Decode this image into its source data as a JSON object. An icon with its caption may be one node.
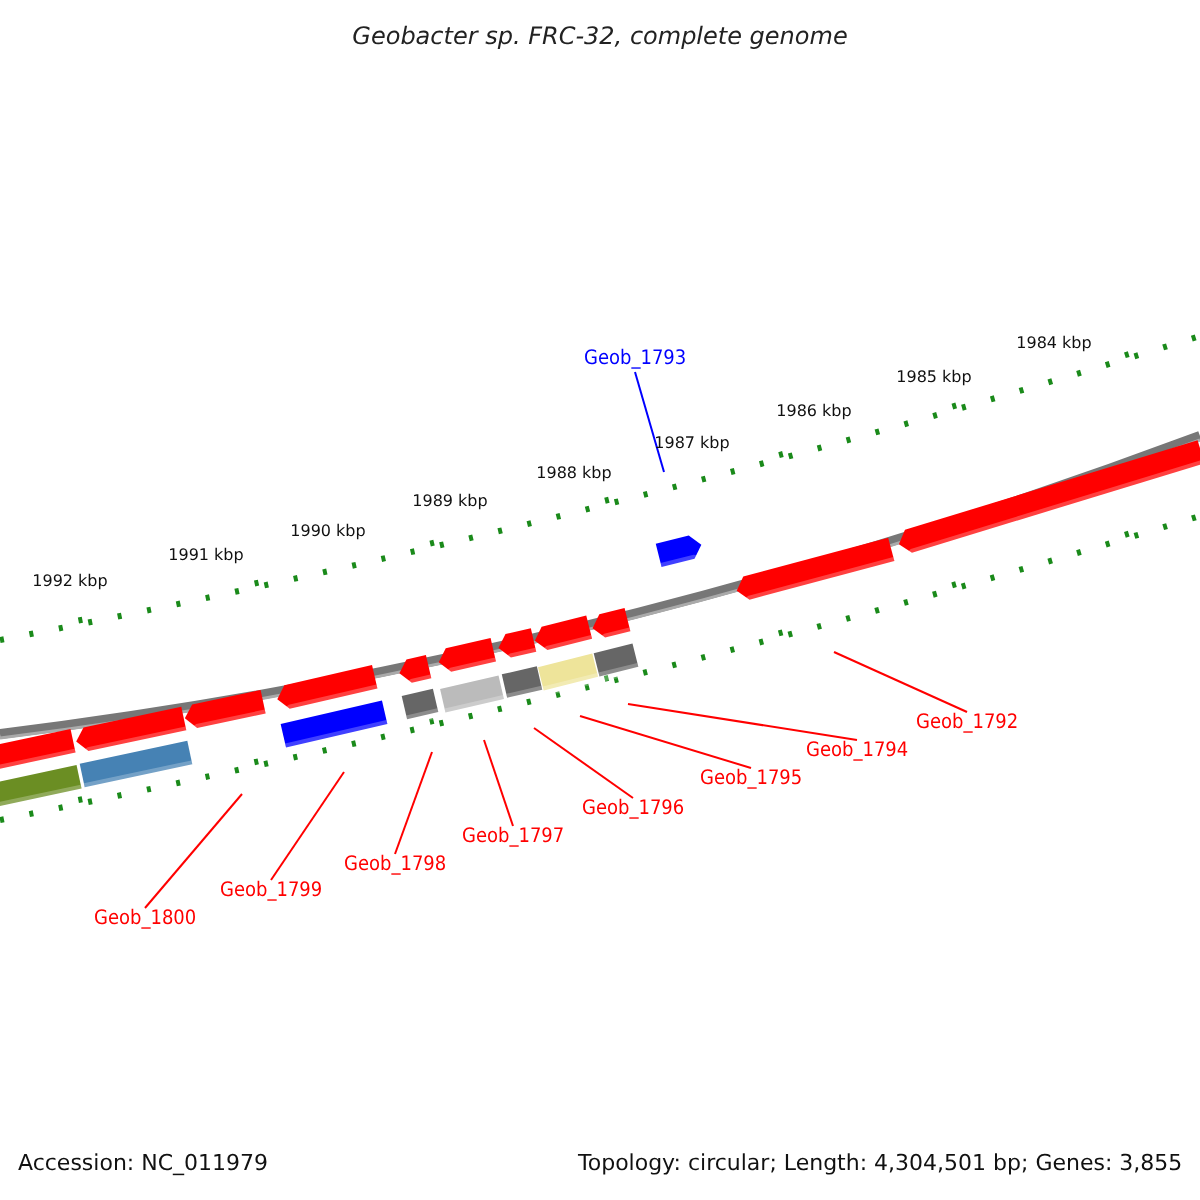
{
  "diagram": {
    "title": "Geobacter sp. FRC-32, complete genome",
    "nodes": [
      {
        "text": [
          "Geob_1793"
        ]
      },
      {
        "text": [
          "Geob_1792"
        ]
      },
      {
        "text": [
          "Geob_1794"
        ]
      },
      {
        "text": [
          "Geob_1795"
        ]
      },
      {
        "text": [
          "Geob_1796"
        ]
      },
      {
        "text": [
          "Geob_1797"
        ]
      },
      {
        "text": [
          "Geob_1798"
        ]
      },
      {
        "text": [
          "Geob_1799"
        ]
      },
      {
        "text": [
          "Geob_1800"
        ]
      }
    ],
    "edges": [
      {
        "from": 0,
        "to": null,
        "arrow": "none",
        "color": "#0000ff"
      },
      {
        "from": 1,
        "to": null,
        "arrow": "none"
      },
      {
        "from": 2,
        "to": null,
        "arrow": "none"
      },
      {
        "from": 3,
        "to": null,
        "arrow": "none"
      },
      {
        "from": 4,
        "to": null,
        "arrow": "none"
      },
      {
        "from": 5,
        "to": null,
        "arrow": "none"
      },
      {
        "from": 6,
        "to": null,
        "arrow": "none"
      },
      {
        "from": 7,
        "to": null,
        "arrow": "none"
      },
      {
        "from": 8,
        "to": null,
        "arrow": "none"
      }
    ],
    "labels": [
      "1984 kbp",
      "1985 kbp",
      "1986 kbp",
      "1987 kbp",
      "1988 kbp",
      "1989 kbp",
      "1990 kbp",
      "1991 kbp",
      "1992 kbp",
      "Accession: NC_011979",
      "Topology: circular; Length: 4,304,501 bp; Genes: 3,855"
    ]
  }
}
